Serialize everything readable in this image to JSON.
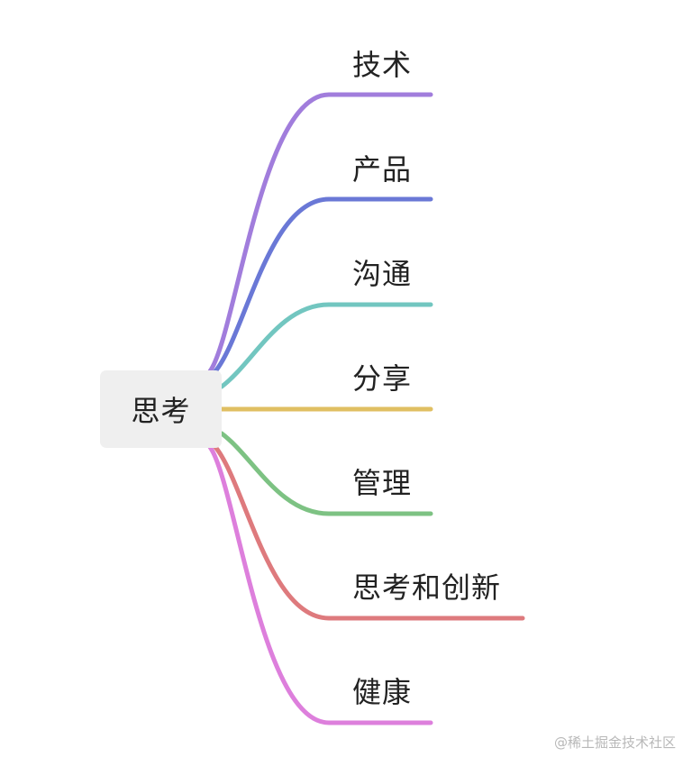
{
  "root": {
    "label": "思考"
  },
  "branches": [
    {
      "label": "技术",
      "color": "#a17ddc"
    },
    {
      "label": "产品",
      "color": "#6a78d6"
    },
    {
      "label": "沟通",
      "color": "#72c6c0"
    },
    {
      "label": "分享",
      "color": "#e0bf62"
    },
    {
      "label": "管理",
      "color": "#7dc283"
    },
    {
      "label": "思考和创新",
      "color": "#de7a7d"
    },
    {
      "label": "健康",
      "color": "#dd7fdc"
    }
  ],
  "watermark": "@稀土掘金技术社区"
}
